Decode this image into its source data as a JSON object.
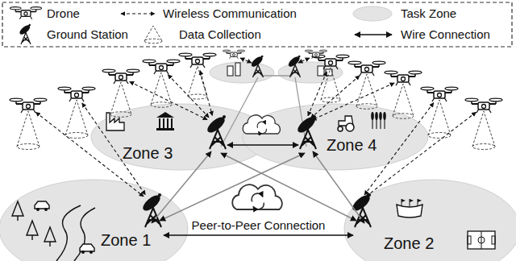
{
  "diagram": {
    "nodes": [
      {
        "text": [
          "Zone 3"
        ]
      },
      {
        "text": [
          "Zone 4"
        ]
      },
      {
        "text": [
          "Zone 1"
        ]
      },
      {
        "text": [
          "Zone 2"
        ]
      }
    ],
    "edges": [
      {
        "from": 2,
        "to": 3,
        "label": "Peer-to-Peer Connection",
        "arrow": "both"
      },
      {
        "from": 2,
        "to": 0,
        "arrow": "both"
      },
      {
        "from": 2,
        "to": 1,
        "arrow": "both"
      },
      {
        "from": 3,
        "to": 0,
        "arrow": "both"
      },
      {
        "from": 3,
        "to": 1,
        "arrow": "both"
      },
      {
        "from": 0,
        "to": 1,
        "arrow": "both"
      }
    ],
    "legend": [
      {
        "text": "Drone"
      },
      {
        "text": "Wireless Communication"
      },
      {
        "text": "Task Zone",
        "color": "#e4e4e4"
      },
      {
        "text": "Ground Station"
      },
      {
        "text": "Data Collection"
      },
      {
        "text": "Wire Connection"
      }
    ]
  }
}
